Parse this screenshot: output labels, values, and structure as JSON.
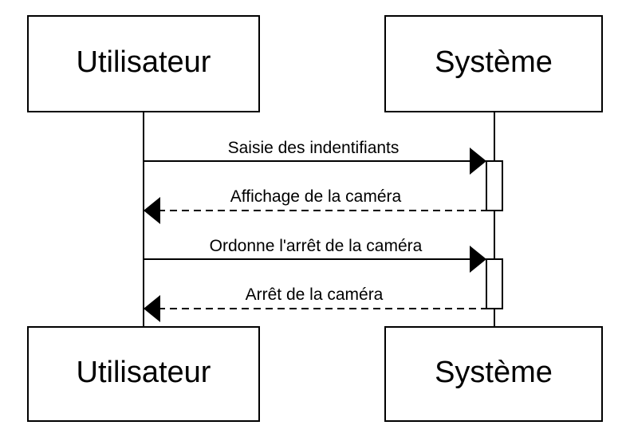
{
  "participants": {
    "left": {
      "name": "Utilisateur"
    },
    "right": {
      "name": "Système"
    }
  },
  "messages": [
    {
      "label": "Saisie des indentifiants",
      "direction": "to-right",
      "style": "solid"
    },
    {
      "label": "Affichage de la caméra",
      "direction": "to-left",
      "style": "dashed"
    },
    {
      "label": "Ordonne l'arrêt de la caméra",
      "direction": "to-right",
      "style": "solid"
    },
    {
      "label": "Arrêt de la caméra",
      "direction": "to-left",
      "style": "dashed"
    }
  ],
  "colors": {
    "stroke": "#000000",
    "background": "#ffffff"
  }
}
